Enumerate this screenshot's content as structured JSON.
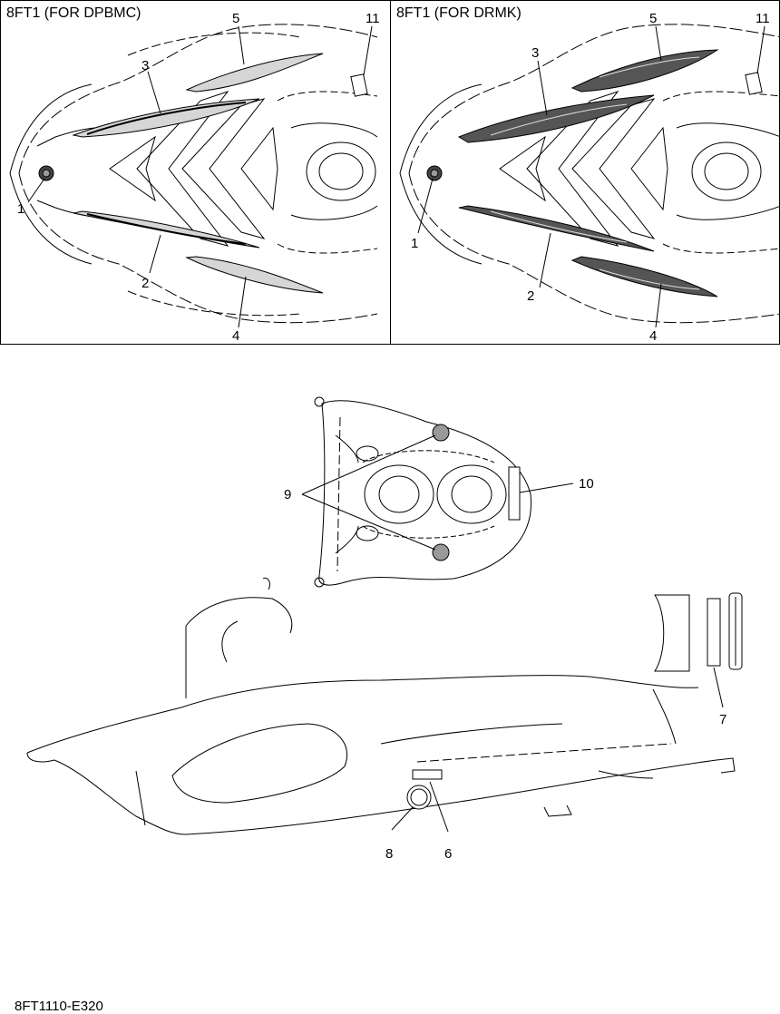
{
  "panels": [
    {
      "title": "8FT1 (FOR DPBMC)",
      "callouts": [
        "1",
        "2",
        "3",
        "4",
        "5",
        "11"
      ]
    },
    {
      "title": "8FT1 (FOR DRMK)",
      "callouts": [
        "1",
        "2",
        "3",
        "4",
        "5",
        "11"
      ]
    }
  ],
  "lower_callouts": {
    "9": "9",
    "10": "10",
    "7": "7",
    "8": "8",
    "6": "6"
  },
  "document_code": "8FT1110-E320",
  "colors": {
    "line": "#000000",
    "background": "#ffffff",
    "dash": "#222222"
  }
}
